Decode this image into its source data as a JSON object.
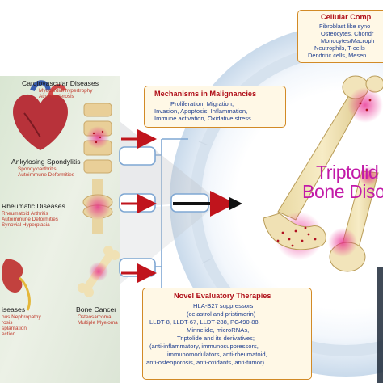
{
  "diseases": {
    "cardio": {
      "title": "Cardiovascular Diseases",
      "subs": [
        "Myocardial hypertrophy",
        "Atherosclerosis"
      ]
    },
    "ankylosing": {
      "title": "Ankylosing Spondylitis",
      "subs": [
        "Spondyloarthritis",
        "Autoimmune Deformities"
      ]
    },
    "rheumatic": {
      "title": "Rheumatic Diseases",
      "subs": [
        "Rheumatoid Arthritis",
        "Autoimmune Deformities",
        "Synovial Hyperplasia"
      ]
    },
    "kidney": {
      "title": "iseases",
      "subs": [
        "ous Nephropathy",
        "rosis",
        "splantation",
        "ection"
      ]
    },
    "cancer": {
      "title": "Bone Cancer",
      "subs": [
        "Osteosarcoma",
        "Multiple Myeloma"
      ]
    }
  },
  "mechanisms": {
    "title": "Mechanisms in Malignancies",
    "lines": [
      "Proliferation, Migration,",
      "Invasion, Apoptosis, Inflammation,",
      "Immune activation, Oxidative stress"
    ]
  },
  "cellular": {
    "title": "Cellular Comp",
    "lines": [
      "Fibroblast like syno",
      "Osteocytes, Chondr",
      "Monocytes/Macroph",
      "Neutrophils, T-cells",
      "Dendritic cells, Mesen"
    ]
  },
  "center": {
    "line1": "Triptolid",
    "line2": "Bone Diso"
  },
  "therapies": {
    "title": "Novel Evaluatory Therapies",
    "lines": [
      "HLA-B27 suppressors",
      "(celastrol and pristimerin)",
      "LLDT-8, LLDT-67, LLDT-288, PG490-88,",
      "Minnelide, microRNAs,",
      "Triptolide and its derivatives;",
      "(anti-inflammatory, immunosuppressors,",
      "immunomodulators, anti-rheumatoid,",
      "anti-osteoporosis, anti-oxidants, anti-tumor)"
    ]
  },
  "colors": {
    "title_red": "#b0101a",
    "text_blue": "#1d3d8f",
    "box_border": "#d28a26",
    "accent_magenta": "#c21aa8",
    "arrow_red": "#c0141c"
  }
}
